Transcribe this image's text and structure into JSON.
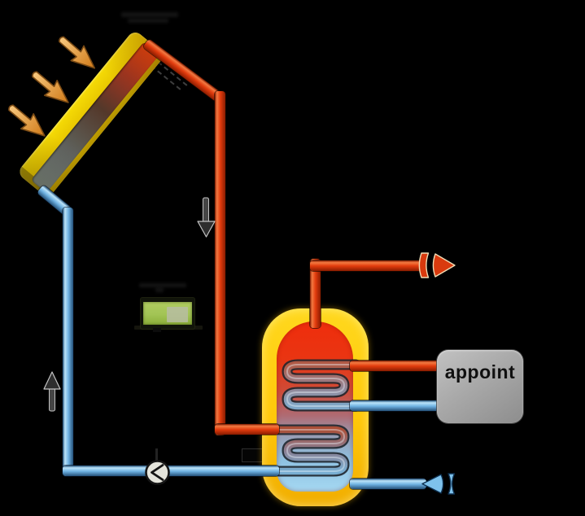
{
  "scene": {
    "type": "solar-thermal-system-diagram",
    "background_color": "#000000"
  },
  "labels": {
    "load_box": "appoint"
  },
  "colors": {
    "background": "#000000",
    "hot_pipe": "#e23c0e",
    "cold_pipe": "#6fb2e2",
    "tank_shell": "#ffc80a",
    "collector_frame": "#e6c400",
    "controller_screen": "#a2c455",
    "load_box_fill": "#a9a9a9",
    "sun_ray": "#f0aa58",
    "flow_arrow": "#3a3a3a",
    "pump_body": "#e5e5dc"
  },
  "icons": {
    "sun_rays": {
      "name": "sun-ray-arrows",
      "count": 3
    },
    "flow_down": "down-flow-arrow",
    "flow_up": "up-flow-arrow",
    "pump": "pump-circle-icon",
    "hot_water_outlet": "hot-outlet-arrow",
    "cold_water_inlet": "cold-inlet-arrow"
  }
}
